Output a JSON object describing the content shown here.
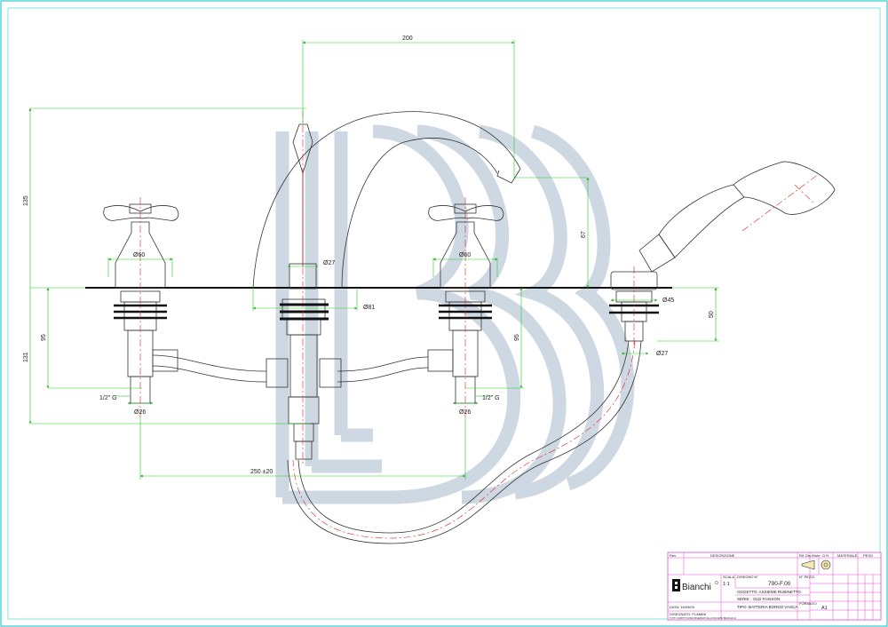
{
  "drawing": {
    "dimensions": {
      "top_width": "200",
      "total_height": "135",
      "spout_drop": "67",
      "base_height": "131",
      "left_valve_height": "95",
      "right_valve_height": "95",
      "shower_base_height": "50",
      "left_handle_dia": "Ø60",
      "right_handle_dia": "Ø60",
      "spout_dia": "Ø27",
      "spout_base_dia": "Ø81",
      "shower_dia": "Ø45",
      "shower_hose_dia": "Ø27",
      "left_thread": "1/2\" G",
      "right_thread": "1/2\" G",
      "left_pipe_dia": "Ø26",
      "right_pipe_dia": "Ø26",
      "center_distance": "250 ±20"
    },
    "colors": {
      "dimension_lines": "#22cc22",
      "outline": "#333333",
      "centerline": "#dd2222",
      "watermark": "#c7d3e0",
      "frame": "#33cccc",
      "title_grid": "#e64ad6"
    }
  },
  "title_block": {
    "brand": "Bianchi",
    "rev_label": "Rev.",
    "description_label": "DESCRIZIONE",
    "rif_label": "Rif. Dis./Note",
    "gr_label": "G.R.",
    "material_label": "MATERIALE",
    "weight_label": "PESO",
    "scale_label": "SCALA",
    "scale_value": "1:1",
    "drawing_no_label": "DISEGNO N°",
    "drawing_no": "790-F.00",
    "pieces_label": "N° PEZZI",
    "object": "OGGETTO: ASSIEME RUBINETTO",
    "series_label": "SERIE:",
    "series_value": "OLD FASHION",
    "type": "TIPO: BATTERIA BORDO VASCA",
    "format_label": "FORMATO",
    "format_value": "A1",
    "date": "DATA: 16/09/09",
    "designer": "DISEGNATO: FLAMINI",
    "copyright": "TUTTI I DIRITTI SONO RISERVATI ALLA SOCIETA' BIANCHI srl"
  }
}
